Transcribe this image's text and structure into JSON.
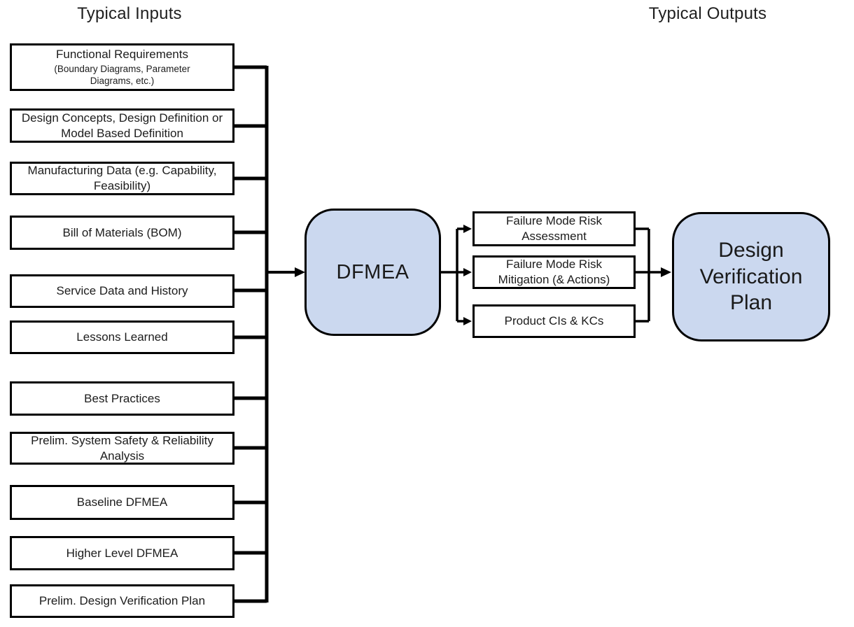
{
  "titles": {
    "inputs": "Typical Inputs",
    "outputs": "Typical Outputs"
  },
  "process": {
    "label": "DFMEA"
  },
  "final_output": {
    "label": "Design Verification Plan"
  },
  "colors": {
    "node_fill": "#cbd8ef",
    "node_border": "#000000",
    "line": "#000000",
    "text": "#1c1c1c"
  },
  "inputs": [
    {
      "label": "Functional Requirements",
      "sublabel": "(Boundary Diagrams, Parameter Diagrams, etc.)"
    },
    {
      "label": "Design Concepts, Design Definition or Model Based Definition"
    },
    {
      "label": "Manufacturing Data (e.g. Capability, Feasibility)"
    },
    {
      "label": "Bill of Materials (BOM)"
    },
    {
      "label": "Service Data and History"
    },
    {
      "label": "Lessons Learned"
    },
    {
      "label": "Best Practices"
    },
    {
      "label": "Prelim. System Safety & Reliability Analysis"
    },
    {
      "label": "Baseline DFMEA"
    },
    {
      "label": "Higher Level DFMEA"
    },
    {
      "label": "Prelim. Design Verification Plan"
    }
  ],
  "outputs": [
    {
      "label": "Failure Mode Risk Assessment"
    },
    {
      "label": "Failure Mode Risk Mitigation (& Actions)"
    },
    {
      "label": "Product CIs & KCs"
    }
  ]
}
